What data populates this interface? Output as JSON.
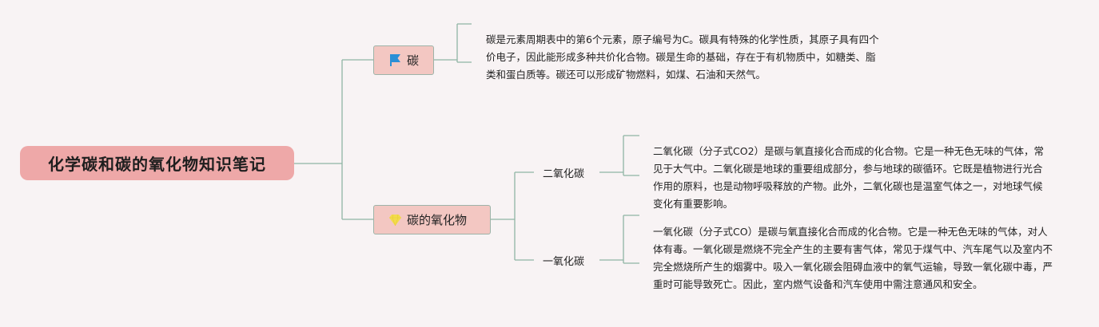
{
  "root": {
    "title": "化学碳和碳的氧化物知识笔记"
  },
  "topics": {
    "carbon": {
      "label": "碳",
      "icon": "flag-icon",
      "icon_color": "#2a8fd6",
      "note": "碳是元素周期表中的第6个元素，原子编号为C。碳具有特殊的化学性质，其原子具有四个价电子，因此能形成多种共价化合物。碳是生命的基础，存在于有机物质中，如糖类、脂类和蛋白质等。碳还可以形成矿物燃料，如煤、石油和天然气。"
    },
    "oxides": {
      "label": "碳的氧化物",
      "icon": "gem-icon",
      "icon_color": "#f2dc4a",
      "children": [
        {
          "label": "二氧化碳",
          "note": "二氧化碳（分子式CO2）是碳与氧直接化合而成的化合物。它是一种无色无味的气体，常见于大气中。二氧化碳是地球的重要组成部分，参与地球的碳循环。它既是植物进行光合作用的原料，也是动物呼吸释放的产物。此外，二氧化碳也是温室气体之一，对地球气候变化有重要影响。"
        },
        {
          "label": "一氧化碳",
          "note": "一氧化碳（分子式CO）是碳与氧直接化合而成的化合物。它是一种无色无味的气体，对人体有毒。一氧化碳是燃烧不完全产生的主要有害气体，常见于煤气中、汽车尾气以及室内不完全燃烧所产生的烟雾中。吸入一氧化碳会阻碍血液中的氧气运输，导致一氧化碳中毒，严重时可能导致死亡。因此，室内燃气设备和汽车使用中需注意通风和安全。"
        }
      ]
    }
  },
  "colors": {
    "background": "#f8f3f4",
    "root_fill": "#eea8a8",
    "topic_fill": "#f3c7c2",
    "connector": "#8fb5a4"
  }
}
